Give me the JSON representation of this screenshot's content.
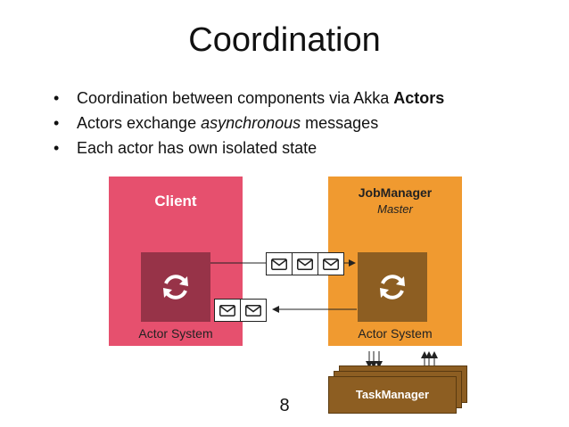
{
  "slide": {
    "title": "Coordination",
    "bullets": [
      {
        "before": "Coordination between components via Akka ",
        "emph": "Actors",
        "after": ""
      },
      {
        "before": "Actors exchange ",
        "emph": "asynchronous",
        "after": " messages"
      },
      {
        "before": "Each actor has own isolated state",
        "emph": "",
        "after": ""
      }
    ],
    "page_number": "8"
  },
  "diagram": {
    "client": {
      "title": "Client",
      "system_label": "Actor System"
    },
    "jobmanager": {
      "title": "JobManager",
      "subtitle": "Master",
      "system_label": "Actor System"
    },
    "taskmanager": {
      "label": "TaskManager"
    },
    "messages_to_jobmanager": 3,
    "messages_to_client": 2,
    "colors": {
      "client": "#e6506e",
      "jobmanager": "#f09a30",
      "taskmanager": "#8d5e22"
    },
    "icons": [
      "refresh-icon",
      "envelope-icon",
      "arrow-icon"
    ]
  }
}
